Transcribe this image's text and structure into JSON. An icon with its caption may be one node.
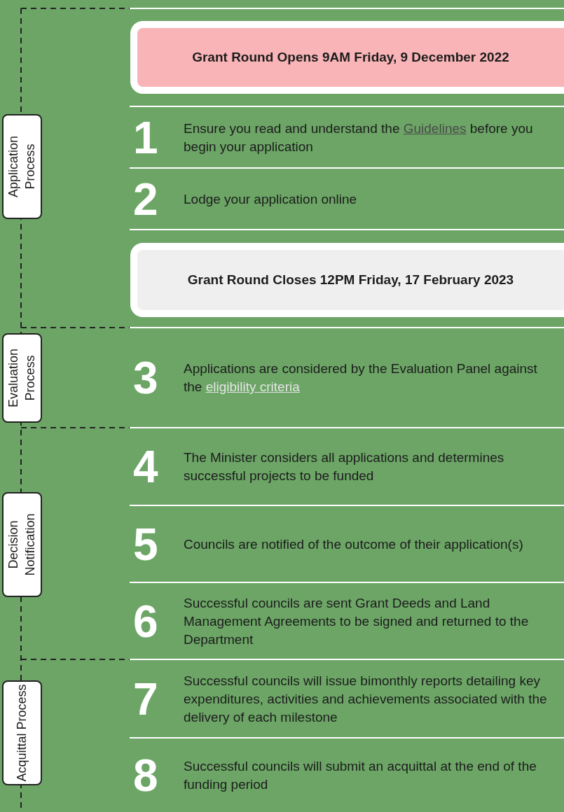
{
  "diagram": {
    "nodes": [
      {
        "text": [
          "Application Process"
        ]
      },
      {
        "text": [
          "Grant Round Opens 9AM Friday, 9 December 2022"
        ]
      },
      {
        "text": [
          "1",
          "Ensure you read and understand the *Guidelines* before you begin your application"
        ]
      },
      {
        "text": [
          "2",
          "Lodge your application online"
        ]
      },
      {
        "text": [
          "Grant Round Closes 12PM Friday, 17 February 2023"
        ]
      },
      {
        "text": [
          "Evaluation Process"
        ]
      },
      {
        "text": [
          "3",
          "Applications are considered by the Evaluation Panel against the *eligibility criteria*"
        ]
      },
      {
        "text": [
          "Decision Notification"
        ]
      },
      {
        "text": [
          "4",
          "The Minister considers all applications and determines successful projects to be funded"
        ]
      },
      {
        "text": [
          "5",
          "Councils are notified of the outcome of their application(s)"
        ]
      },
      {
        "text": [
          "6",
          "Successful councils are sent Grant Deeds and Land Management Agreements to be signed and returned to the Department"
        ]
      },
      {
        "text": [
          "Acquittal Process"
        ]
      },
      {
        "text": [
          "7",
          "Successful councils will issue bimonthly reports detailing key expenditures, activities and achievements associated with the delivery of each milestone"
        ]
      },
      {
        "text": [
          "8",
          "Successful councils will submit an acquittal at the end of the funding period"
        ]
      }
    ]
  }
}
